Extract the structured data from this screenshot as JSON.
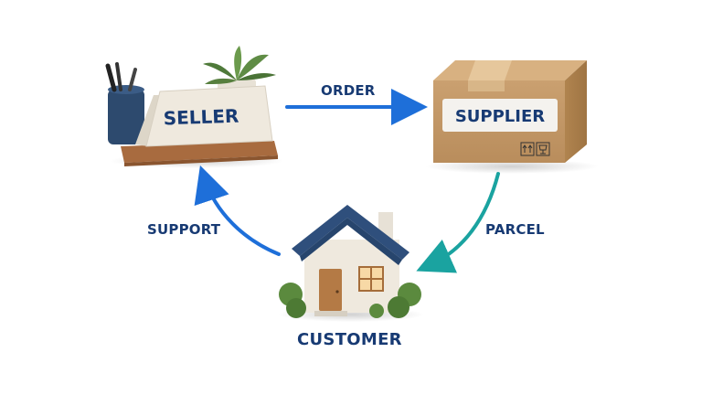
{
  "nodes": {
    "seller": {
      "label": "SELLER"
    },
    "supplier": {
      "label": "SUPPLIER"
    },
    "customer": {
      "label": "CUSTOMER"
    }
  },
  "edges": {
    "order": {
      "label": "ORDER",
      "from": "seller",
      "to": "supplier",
      "color": "#1e6fd9"
    },
    "parcel": {
      "label": "PARCEL",
      "from": "supplier",
      "to": "customer",
      "color": "#1aa3a0"
    },
    "support": {
      "label": "SUPPORT",
      "from": "customer",
      "to": "seller",
      "color": "#1e6fd9"
    }
  },
  "colors": {
    "label_text": "#173a73",
    "roof": "#2f4f7c",
    "box": "#c79a66"
  },
  "icons": {
    "seller": "desk-nameplate-with-pen-cup-and-plant",
    "supplier": "cardboard-box",
    "customer": "house"
  }
}
